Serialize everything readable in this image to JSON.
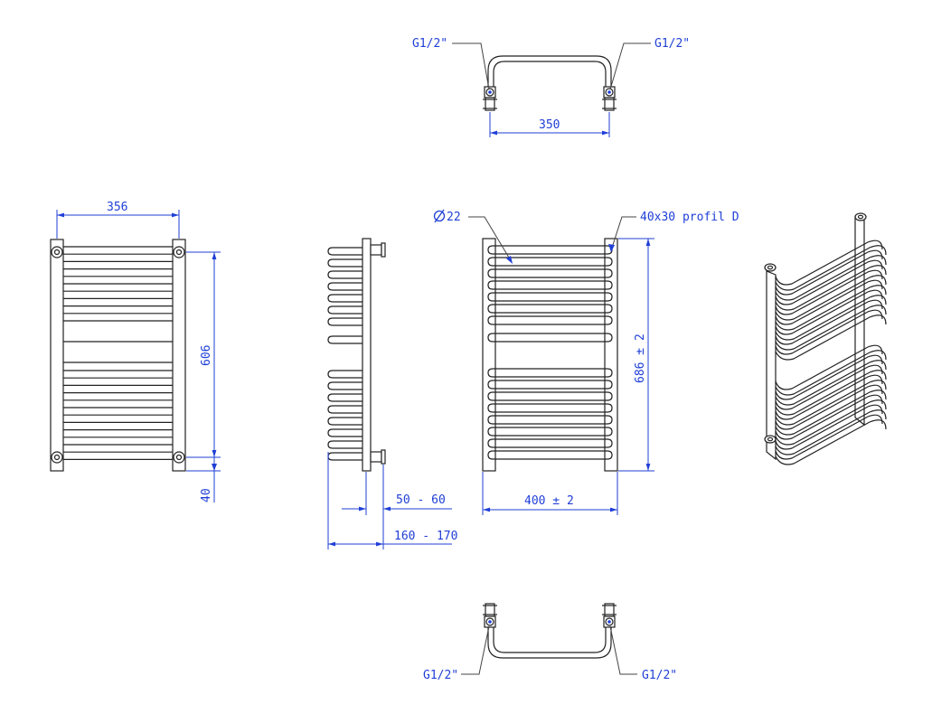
{
  "labels": {
    "top_thread_left": "G1/2\"",
    "top_thread_right": "G1/2\"",
    "top_width": "350",
    "front_width": "356",
    "front_height": "606",
    "front_bottom": "40",
    "tube_diameter": "22",
    "profile": "40x30 profil D",
    "side_height": "686 ± 2",
    "wall_distance": "50 - 60",
    "total_depth": "160 - 170",
    "side_width": "400 ± 2",
    "bottom_thread_left": "G1/2\"",
    "bottom_thread_right": "G1/2\""
  },
  "symbols": {
    "diameter": "Ø"
  }
}
